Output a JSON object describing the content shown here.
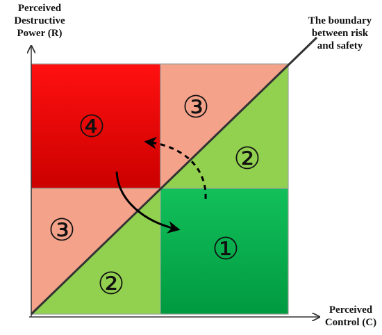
{
  "labels": {
    "y_axis": "Perceived\nDestructive\nPower (R)",
    "x_axis": "Perceived\nControl (C)",
    "boundary": "The boundary\nbetween risk\nand safety"
  },
  "regions": [
    {
      "id": "top-left-square",
      "number": "④",
      "color": "#e60000"
    },
    {
      "id": "top-right-upper-triangle",
      "number": "③",
      "color": "#f4a28a"
    },
    {
      "id": "top-right-lower-triangle",
      "number": "②",
      "color": "#92d050"
    },
    {
      "id": "bottom-left-upper-triangle",
      "number": "③",
      "color": "#f4a28a"
    },
    {
      "id": "bottom-left-lower-triangle",
      "number": "②",
      "color": "#92d050"
    },
    {
      "id": "bottom-right-square",
      "number": "①",
      "color": "#00b050"
    }
  ],
  "colors": {
    "axis": "#333333",
    "diagonal": "#333333",
    "arrow": "#000000"
  }
}
